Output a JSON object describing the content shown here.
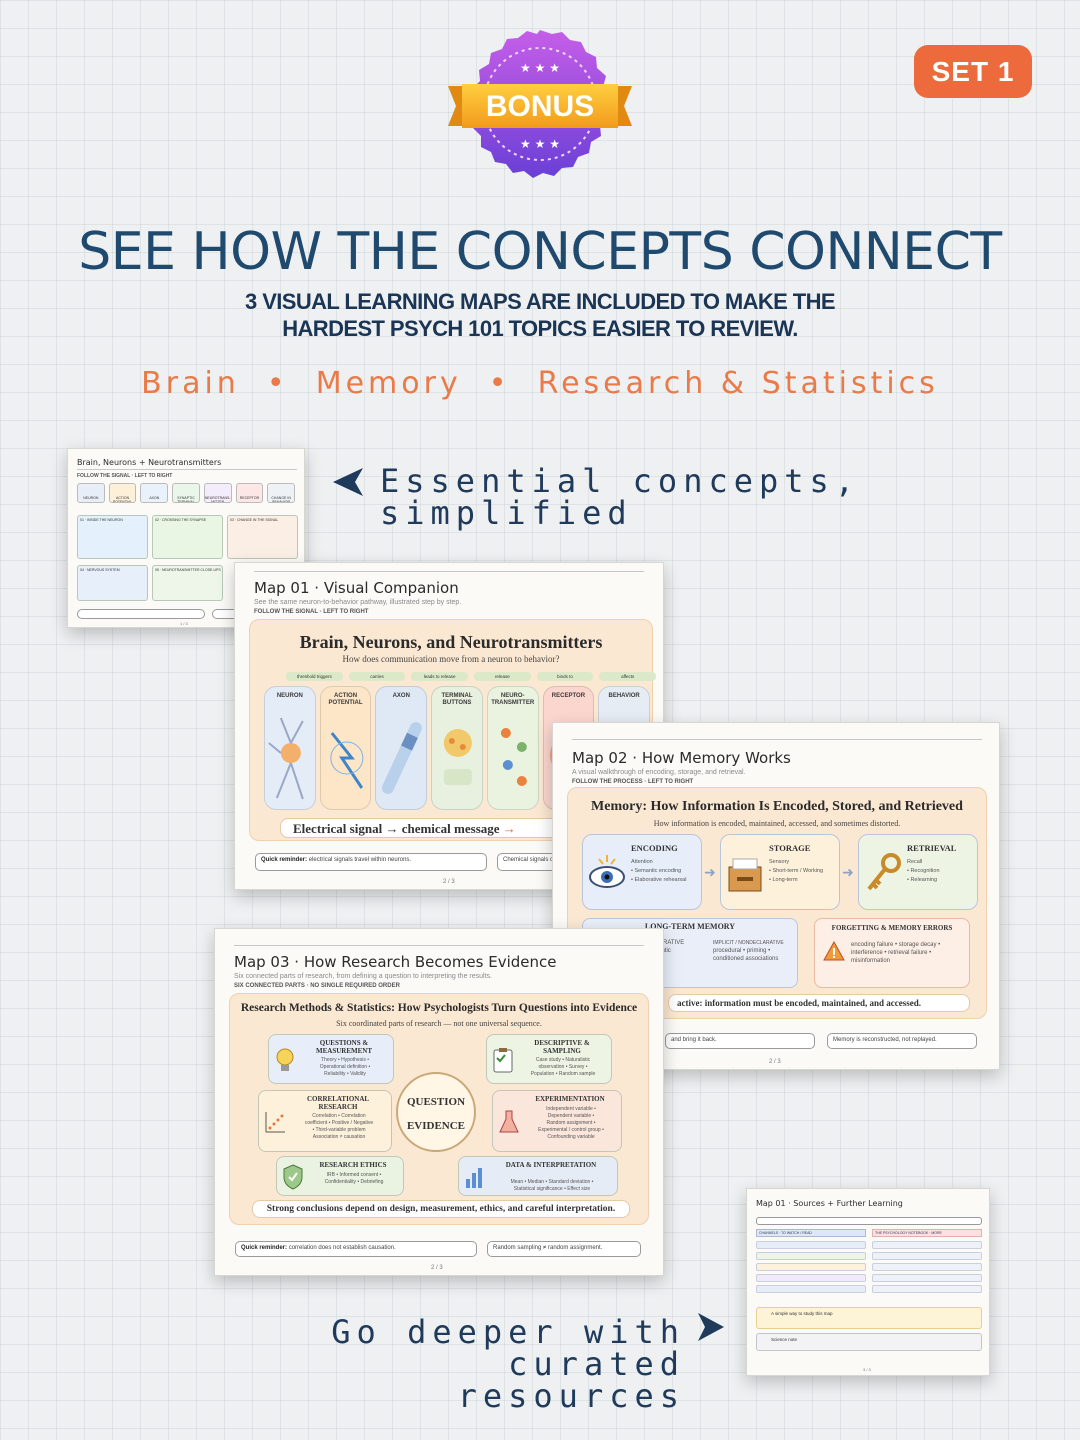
{
  "badge": {
    "label": "BONUS",
    "colors": {
      "ring": "#9b4fe0",
      "ribbon": "#f6b52b"
    }
  },
  "set_badge": {
    "label": "SET 1",
    "color": "#ec6a3c"
  },
  "headline": "SEE HOW THE CONCEPTS CONNECT",
  "subline": [
    "3 VISUAL LEARNING MAPS ARE INCLUDED TO MAKE THE",
    "HARDEST PSYCH 101 TOPICS EASIER TO REVIEW."
  ],
  "topics": [
    "Brain",
    "Memory",
    "Research & Statistics"
  ],
  "callouts": {
    "essential": [
      "Essential concepts,",
      "simplified"
    ],
    "deeper": [
      "Go deeper with curated",
      "resources"
    ]
  },
  "card_small_top": {
    "title": "Brain, Neurons + Neurotransmitters",
    "follow": "FOLLOW THE SIGNAL · LEFT TO RIGHT",
    "nodes": [
      "NEURON",
      "ACTION POTENTIAL",
      "AXON",
      "SYNAPTIC TERMINAL",
      "NEUROTRANS-MITTER",
      "RECEPTOR",
      "CHANGE IN BEHAVIOR"
    ],
    "boxes": [
      "01 · INSIDE THE NEURON",
      "02 · CROSSING THE SYNAPSE",
      "03 · CHANGE IN THE SIGNAL",
      "04 · NERVOUS SYSTEM",
      "05 · NEUROTRANSMITTER CLOSE-UPS"
    ],
    "page": "1 / 3"
  },
  "map01": {
    "heading": "Map 01 · Visual Companion",
    "sub": "See the same neuron-to-behavior pathway, illustrated step by step.",
    "follow": "FOLLOW THE SIGNAL · LEFT TO RIGHT",
    "title": "Brain, Neurons, and Neurotransmitters",
    "question": "How does communication move from a neuron to behavior?",
    "arrows": [
      "threshold triggers",
      "carries",
      "leads to release",
      "release",
      "binds to",
      "affects"
    ],
    "stages": [
      "NEURON",
      "ACTION POTENTIAL",
      "AXON",
      "TERMINAL BUTTONS",
      "NEURO-TRANSMITTER",
      "RECEPTOR",
      "BEHAVIOR"
    ],
    "footer_pre": "Electrical signal",
    "footer_mid": "chemical message",
    "reminder_label": "Quick reminder:",
    "reminder_text": "electrical signals travel within neurons.",
    "reminder_2": "Chemical signals cro",
    "page": "2 / 3"
  },
  "map02": {
    "heading": "Map 02 · How Memory Works",
    "sub": "A visual walkthrough of encoding, storage, and retrieval.",
    "follow": "FOLLOW THE PROCESS · LEFT TO RIGHT",
    "title": "Memory: How Information Is Encoded, Stored, and Retrieved",
    "question": "How information is encoded, maintained, accessed, and sometimes distorted.",
    "steps": [
      {
        "name": "ENCODING",
        "items": [
          "Attention",
          "• Semantic encoding",
          "• Elaborative rehearsal"
        ]
      },
      {
        "name": "STORAGE",
        "items": [
          "Sensory",
          "• Short-term / Working",
          "• Long-term"
        ]
      },
      {
        "name": "RETRIEVAL",
        "items": [
          "Recall",
          "• Recognition",
          "• Relearning"
        ]
      }
    ],
    "ltm": "LONG-TERM MEMORY",
    "ltm_items": [
      "DECLARATIVE",
      "• semantic",
      "IMPLICIT / NONDECLARATIVE",
      "procedural • priming •",
      "conditioned associations"
    ],
    "forget": "FORGETTING & MEMORY ERRORS",
    "forget_items": [
      "encoding failure • storage decay •",
      "interference • retrieval failure •",
      "misinformation"
    ],
    "footer": "active: information must be encoded, maintained, and accessed.",
    "pill_1": "and bring it back.",
    "pill_2": "Memory is reconstructed, not replayed.",
    "page": "2 / 3"
  },
  "map03": {
    "heading": "Map 03 · How Research Becomes Evidence",
    "sub": "Six connected parts of research, from defining a question to interpreting the results.",
    "follow": "SIX CONNECTED PARTS · NO SINGLE REQUIRED ORDER",
    "title": "Research Methods & Statistics: How Psychologists Turn Questions into Evidence",
    "question": "Six coordinated parts of research — not one universal sequence.",
    "center_top": "QUESTION",
    "center_bottom": "EVIDENCE",
    "boxes": [
      {
        "name": "QUESTIONS & MEASUREMENT",
        "items": [
          "Theory • Hypothesis •",
          "Operational definition •",
          "Reliability • Validity"
        ]
      },
      {
        "name": "DESCRIPTIVE & SAMPLING",
        "items": [
          "Case study • Naturalistic",
          "observation • Survey •",
          "Population • Random sample"
        ]
      },
      {
        "name": "CORRELATIONAL RESEARCH",
        "items": [
          "Correlation • Correlation",
          "coefficient • Positive / Negative",
          "• Third-variable problem",
          "Association ≠ causation"
        ]
      },
      {
        "name": "EXPERIMENTATION",
        "items": [
          "Independent variable •",
          "Dependent variable •",
          "Random assignment •",
          "Experimental / control group •",
          "Confounding variable"
        ]
      },
      {
        "name": "RESEARCH ETHICS",
        "items": [
          "IRB • Informed consent •",
          "Confidentiality • Debriefing"
        ]
      },
      {
        "name": "DATA & INTERPRETATION",
        "items": [
          "Mean • Median • Standard deviation •",
          "Statistical significance • Effect size"
        ]
      }
    ],
    "footer": "Strong conclusions depend on design, measurement, ethics, and careful interpretation.",
    "reminder_label": "Quick reminder:",
    "reminder_text": "correlation does not establish causation.",
    "pill_2": "Random sampling ≠ random assignment.",
    "page": "2 / 3"
  },
  "card_sources": {
    "heading": "Map 01 · Sources + Further Learning",
    "col_1": "CHANNELS · TO WATCH / READ",
    "col_2": "THE PSYCHOLOGY NOTEBOOK · MORE",
    "note_title": "A simple way to study this map",
    "note_2": "Science note",
    "page": "3 / 3"
  },
  "colors": {
    "headline": "#1f4a6e",
    "accent": "#ea7a48",
    "ink": "#1f3a5a"
  }
}
